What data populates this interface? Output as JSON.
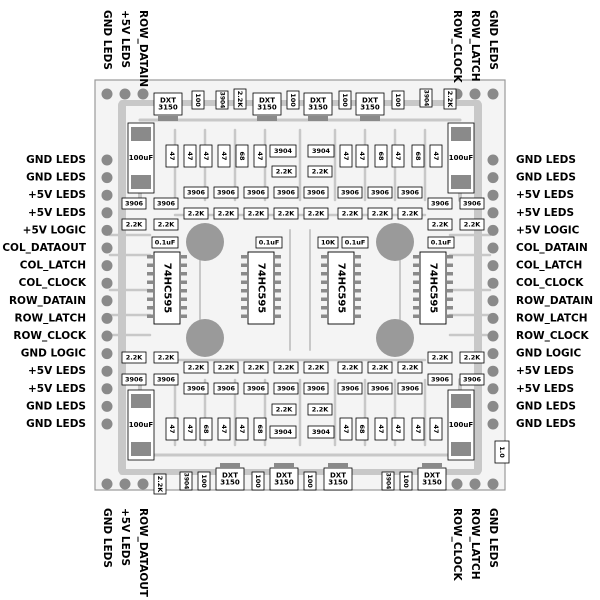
{
  "left_pins": [
    "GND LEDS",
    "GND LEDS",
    "+5V LEDS",
    "+5V LEDS",
    "+5V LOGIC",
    "COL_DATAOUT",
    "COL_LATCH",
    "COL_CLOCK",
    "ROW_DATAIN",
    "ROW_LATCH",
    "ROW_CLOCK",
    "GND LOGIC",
    "+5V LEDS",
    "+5V LEDS",
    "GND LEDS",
    "GND LEDS"
  ],
  "right_pins": [
    "GND LEDS",
    "GND LEDS",
    "+5V LEDS",
    "+5V LEDS",
    "+5V LOGIC",
    "COL_DATAIN",
    "COL_LATCH",
    "COL_CLOCK",
    "ROW_DATAIN",
    "ROW_LATCH",
    "ROW_CLOCK",
    "GND LOGIC",
    "+5V LEDS",
    "+5V LEDS",
    "GND LEDS",
    "GND LEDS"
  ],
  "top_left_pins": [
    "ROW_DATAIN",
    "+5V LEDS",
    "GND LEDS"
  ],
  "top_right_pins": [
    "ROW_CLOCK",
    "ROW_LATCH",
    "GND LEDS"
  ],
  "bottom_left_pins": [
    "GND LEDS",
    "+5V LEDS",
    "ROW_DATAOUT"
  ],
  "bottom_right_pins": [
    "ROW_CLOCK",
    "ROW_LATCH",
    "GND LEDS"
  ],
  "ics": [
    "74HC595",
    "74HC595",
    "74HC595",
    "74HC595"
  ],
  "part_labels": {
    "dxt": "DXT\n3150",
    "r100": "100",
    "r2k2": "2.2K",
    "r47": "47",
    "r68": "68",
    "t3904": "3904",
    "t3906": "3906",
    "cap_uf": "100uF",
    "cap_01": "0.1uF",
    "r10k": "10K",
    "r1": "1.0"
  }
}
